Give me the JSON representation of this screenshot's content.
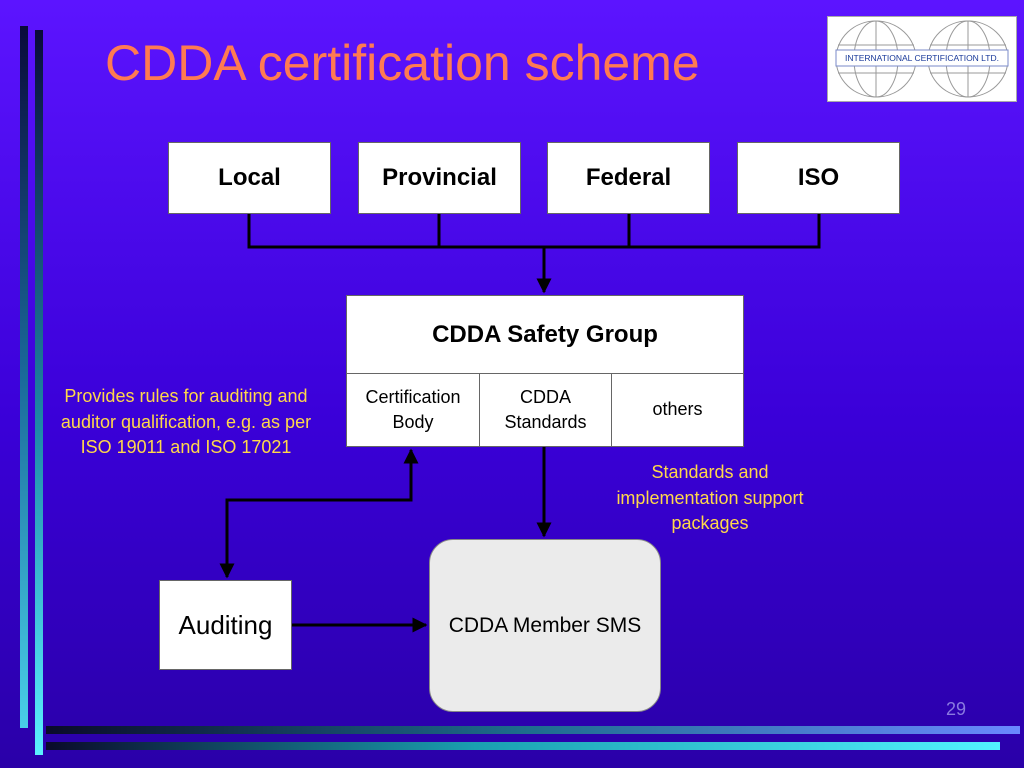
{
  "title": "CDDA certification scheme",
  "logo": {
    "text": "INTERNATIONAL CERTIFICATION LTD."
  },
  "top_boxes": [
    "Local",
    "Provincial",
    "Federal",
    "ISO"
  ],
  "safety_group": {
    "title": "CDDA Safety Group",
    "cells": [
      "Certification Body",
      "CDDA Standards",
      "others"
    ]
  },
  "notes": {
    "rules": "Provides rules for auditing and auditor qualification, e.g. as per ISO 19011 and ISO 17021",
    "standards": "Standards and implementation support packages"
  },
  "auditing": "Auditing",
  "member_sms": "CDDA Member SMS",
  "slide_number": "29",
  "colors": {
    "title": "#ff7a52",
    "notes": "#ffd84a",
    "background": "#3a00d8"
  }
}
